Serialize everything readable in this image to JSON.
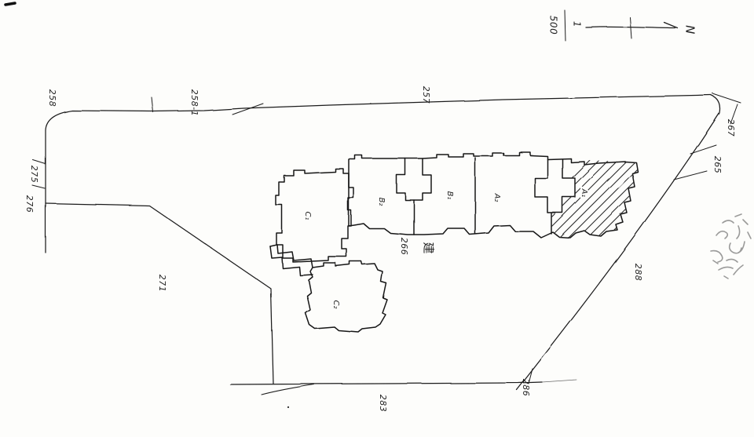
{
  "sheet": {
    "kind_note": "hand-drawn cadastral site plan (scanned, labels rotated 90°)",
    "colors": {
      "ink": "#1c1c1c",
      "paper": "#fdfdfb"
    }
  },
  "scale": {
    "numerator": "1",
    "denominator": "500"
  },
  "north_label": "N",
  "parcel_labels": {
    "n258": "258",
    "n258_1": "258-1",
    "n257": "257",
    "n267": "267",
    "n265": "265",
    "n275": "275",
    "n276": "276",
    "n271": "271",
    "n288": "288",
    "n283": "283",
    "n286": "286",
    "n266": "266",
    "kanji_ken": "建"
  },
  "building_labels": {
    "a1": "A₁",
    "a2": "A₂",
    "b1": "B₁",
    "b2": "B₂",
    "c1": "C₁",
    "c2": "C₂"
  }
}
